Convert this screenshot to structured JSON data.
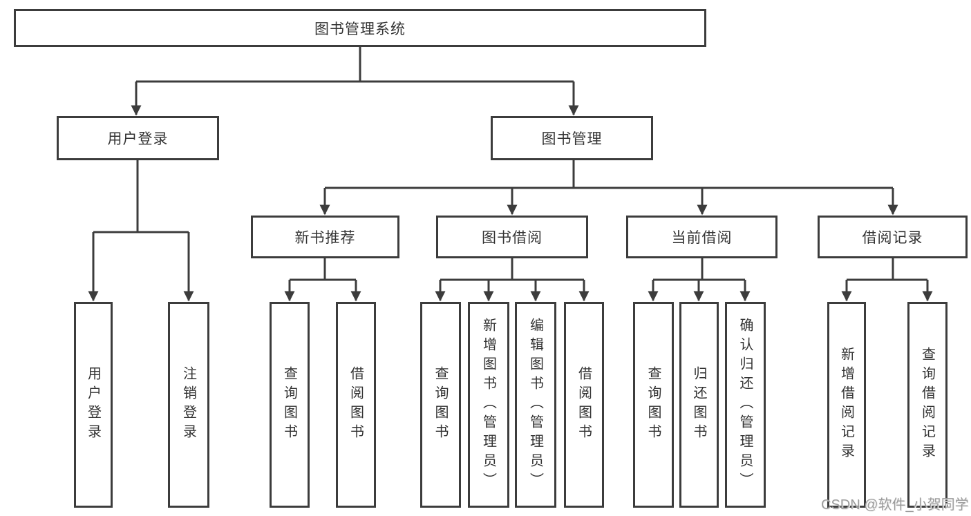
{
  "tree": {
    "label": "图书管理系统",
    "children": [
      {
        "label": "用户登录",
        "children": [
          {
            "label": "用户登录"
          },
          {
            "label": "注销登录"
          }
        ]
      },
      {
        "label": "图书管理",
        "children": [
          {
            "label": "新书推荐",
            "children": [
              {
                "label": "查询图书"
              },
              {
                "label": "借阅图书"
              }
            ]
          },
          {
            "label": "图书借阅",
            "children": [
              {
                "label": "查询图书"
              },
              {
                "label": "新增图书（管理员）"
              },
              {
                "label": "编辑图书（管理员）"
              },
              {
                "label": "借阅图书"
              }
            ]
          },
          {
            "label": "当前借阅",
            "children": [
              {
                "label": "查询图书"
              },
              {
                "label": "归还图书"
              },
              {
                "label": "确认归还（管理员）"
              }
            ]
          },
          {
            "label": "借阅记录",
            "children": [
              {
                "label": "新增借阅记录"
              },
              {
                "label": "查询借阅记录"
              }
            ]
          }
        ]
      }
    ]
  },
  "watermark": "CSDN @软件_小贺同学",
  "colors": {
    "line": "#3c3c3c",
    "text": "#333333",
    "watermark": "#9c9c9c",
    "background": "#ffffff"
  }
}
